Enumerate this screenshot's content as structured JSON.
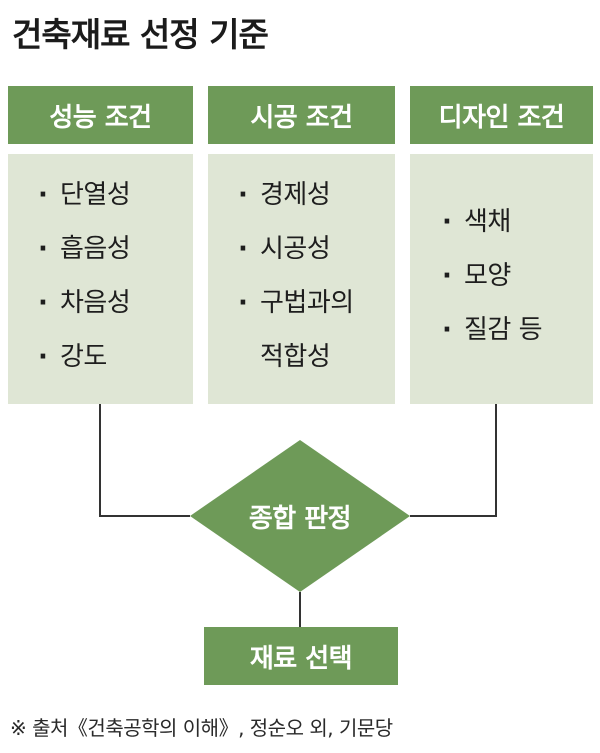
{
  "title": "건축재료 선정 기준",
  "columns": [
    {
      "header": "성능 조건",
      "items": [
        "단열성",
        "흡음성",
        "차음성",
        "강도"
      ]
    },
    {
      "header": "시공 조건",
      "items": [
        "경제성",
        "시공성",
        "구법과의"
      ],
      "continuation": "적합성"
    },
    {
      "header": "디자인 조건",
      "items": [
        "색채",
        "모양",
        "질감 등"
      ]
    }
  ],
  "bullet": "·",
  "decision": "종합 판정",
  "result": "재료 선택",
  "source": "※ 출처《건축공학의 이해》, 정순오 외, 기문당",
  "colors": {
    "green": "#6e9a58",
    "panel": "#dfe6d5",
    "line": "#333333"
  }
}
